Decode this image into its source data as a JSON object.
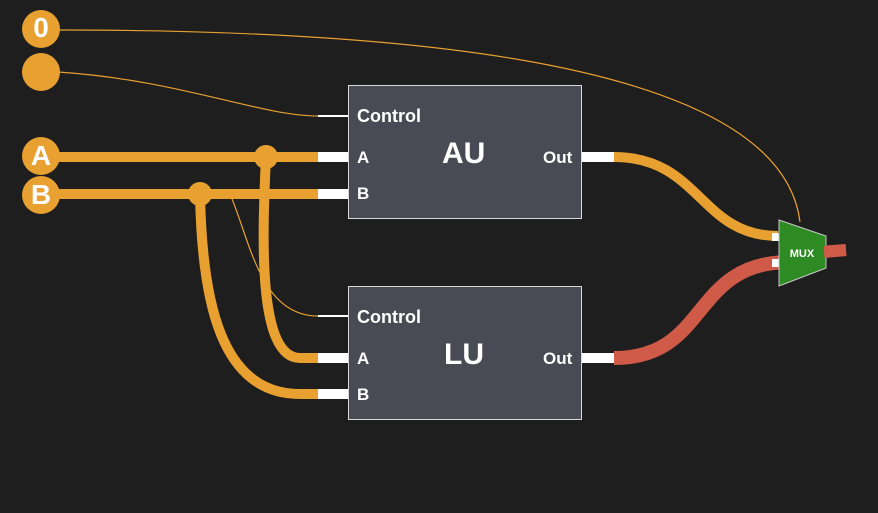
{
  "inputs": {
    "zero": {
      "label": "0"
    },
    "control": {
      "label": ""
    },
    "a": {
      "label": "A"
    },
    "b": {
      "label": "B"
    }
  },
  "au": {
    "title": "AU",
    "control_label": "Control",
    "a_label": "A",
    "b_label": "B",
    "out_label": "Out"
  },
  "lu": {
    "title": "LU",
    "control_label": "Control",
    "a_label": "A",
    "b_label": "B",
    "out_label": "Out"
  },
  "mux": {
    "label": "MUX"
  },
  "colors": {
    "background": "#1e1e1e",
    "wire_active": "#e8a030",
    "wire_inactive": "#cf5a48",
    "block_fill": "#484b53",
    "block_border": "#d8d8d8",
    "mux_fill": "#2e8a22",
    "pin": "#ffffff"
  }
}
